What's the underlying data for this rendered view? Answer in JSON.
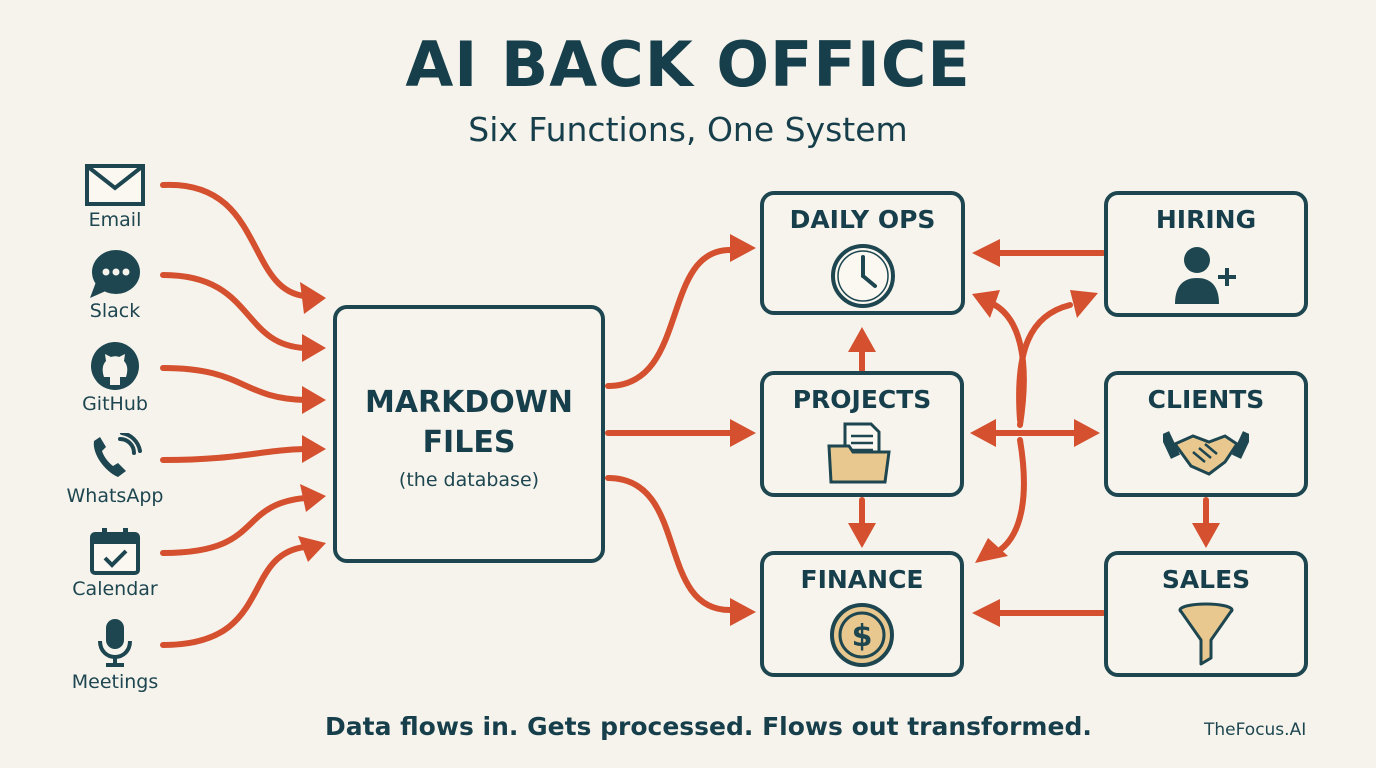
{
  "header": {
    "title": "AI BACK OFFICE",
    "subtitle": "Six Functions, One System"
  },
  "sources": [
    {
      "label": "Email",
      "icon": "envelope-icon"
    },
    {
      "label": "Slack",
      "icon": "chat-bubble-icon"
    },
    {
      "label": "GitHub",
      "icon": "github-icon"
    },
    {
      "label": "WhatsApp",
      "icon": "phone-icon"
    },
    {
      "label": "Calendar",
      "icon": "calendar-icon"
    },
    {
      "label": "Meetings",
      "icon": "microphone-icon"
    }
  ],
  "hub": {
    "title": "MARKDOWN FILES",
    "subtitle": "(the database)"
  },
  "functions": {
    "daily_ops": {
      "label": "DAILY OPS",
      "icon": "clock-icon"
    },
    "hiring": {
      "label": "HIRING",
      "icon": "add-person-icon"
    },
    "projects": {
      "label": "PROJECTS",
      "icon": "folder-icon"
    },
    "clients": {
      "label": "CLIENTS",
      "icon": "handshake-icon"
    },
    "finance": {
      "label": "FINANCE",
      "icon": "dollar-coin-icon"
    },
    "sales": {
      "label": "SALES",
      "icon": "funnel-icon"
    }
  },
  "footer": {
    "tagline": "Data flows in. Gets processed. Flows out transformed.",
    "brand": "TheFocus.AI"
  },
  "colors": {
    "background": "#f6f3ec",
    "ink": "#1d4650",
    "arrow": "#d4502e",
    "accent_fill": "#e9c88f"
  }
}
